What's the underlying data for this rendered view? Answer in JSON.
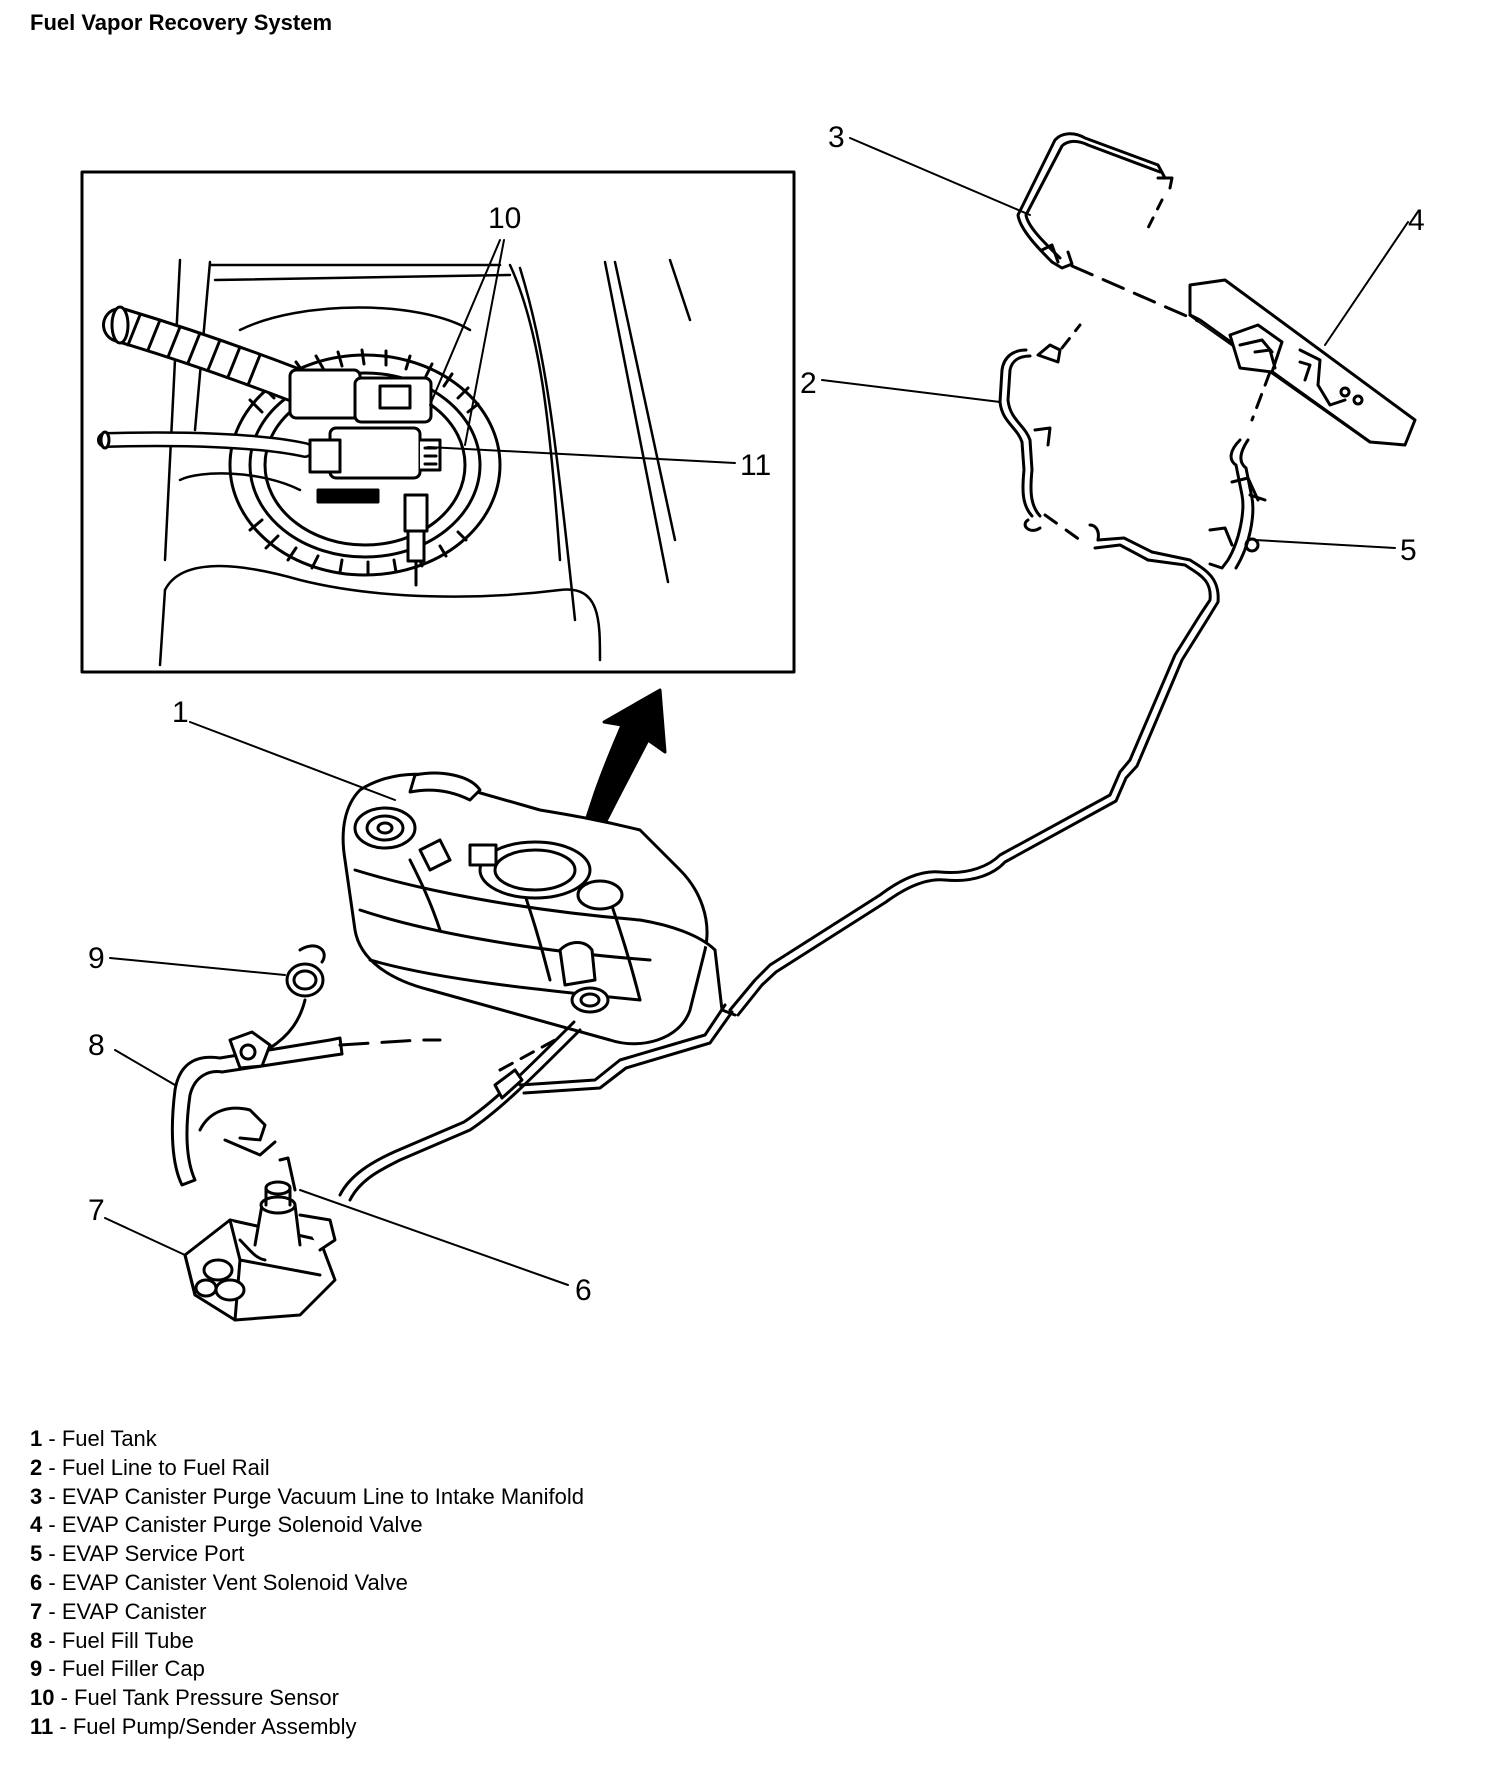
{
  "title": "Fuel Vapor Recovery System",
  "callouts": [
    {
      "num": "1"
    },
    {
      "num": "2"
    },
    {
      "num": "3"
    },
    {
      "num": "4"
    },
    {
      "num": "5"
    },
    {
      "num": "6"
    },
    {
      "num": "7"
    },
    {
      "num": "8"
    },
    {
      "num": "9"
    },
    {
      "num": "10"
    },
    {
      "num": "11"
    }
  ],
  "legend": [
    {
      "num": "1",
      "sep": " - ",
      "label": "Fuel Tank"
    },
    {
      "num": "2",
      "sep": " - ",
      "label": "Fuel Line to Fuel Rail"
    },
    {
      "num": "3",
      "sep": " - ",
      "label": "EVAP Canister Purge Vacuum Line to Intake Manifold"
    },
    {
      "num": "4",
      "sep": " - ",
      "label": "EVAP Canister Purge Solenoid Valve"
    },
    {
      "num": "5",
      "sep": " - ",
      "label": "EVAP Service Port"
    },
    {
      "num": "6",
      "sep": " - ",
      "label": "EVAP Canister Vent Solenoid Valve"
    },
    {
      "num": "7",
      "sep": " - ",
      "label": "EVAP Canister"
    },
    {
      "num": "8",
      "sep": " - ",
      "label": "Fuel Fill Tube"
    },
    {
      "num": "9",
      "sep": " - ",
      "label": "Fuel Filler Cap"
    },
    {
      "num": "10",
      "sep": " - ",
      "label": "Fuel Tank Pressure Sensor"
    },
    {
      "num": "11",
      "sep": " - ",
      "label": "Fuel Pump/Sender Assembly"
    }
  ]
}
